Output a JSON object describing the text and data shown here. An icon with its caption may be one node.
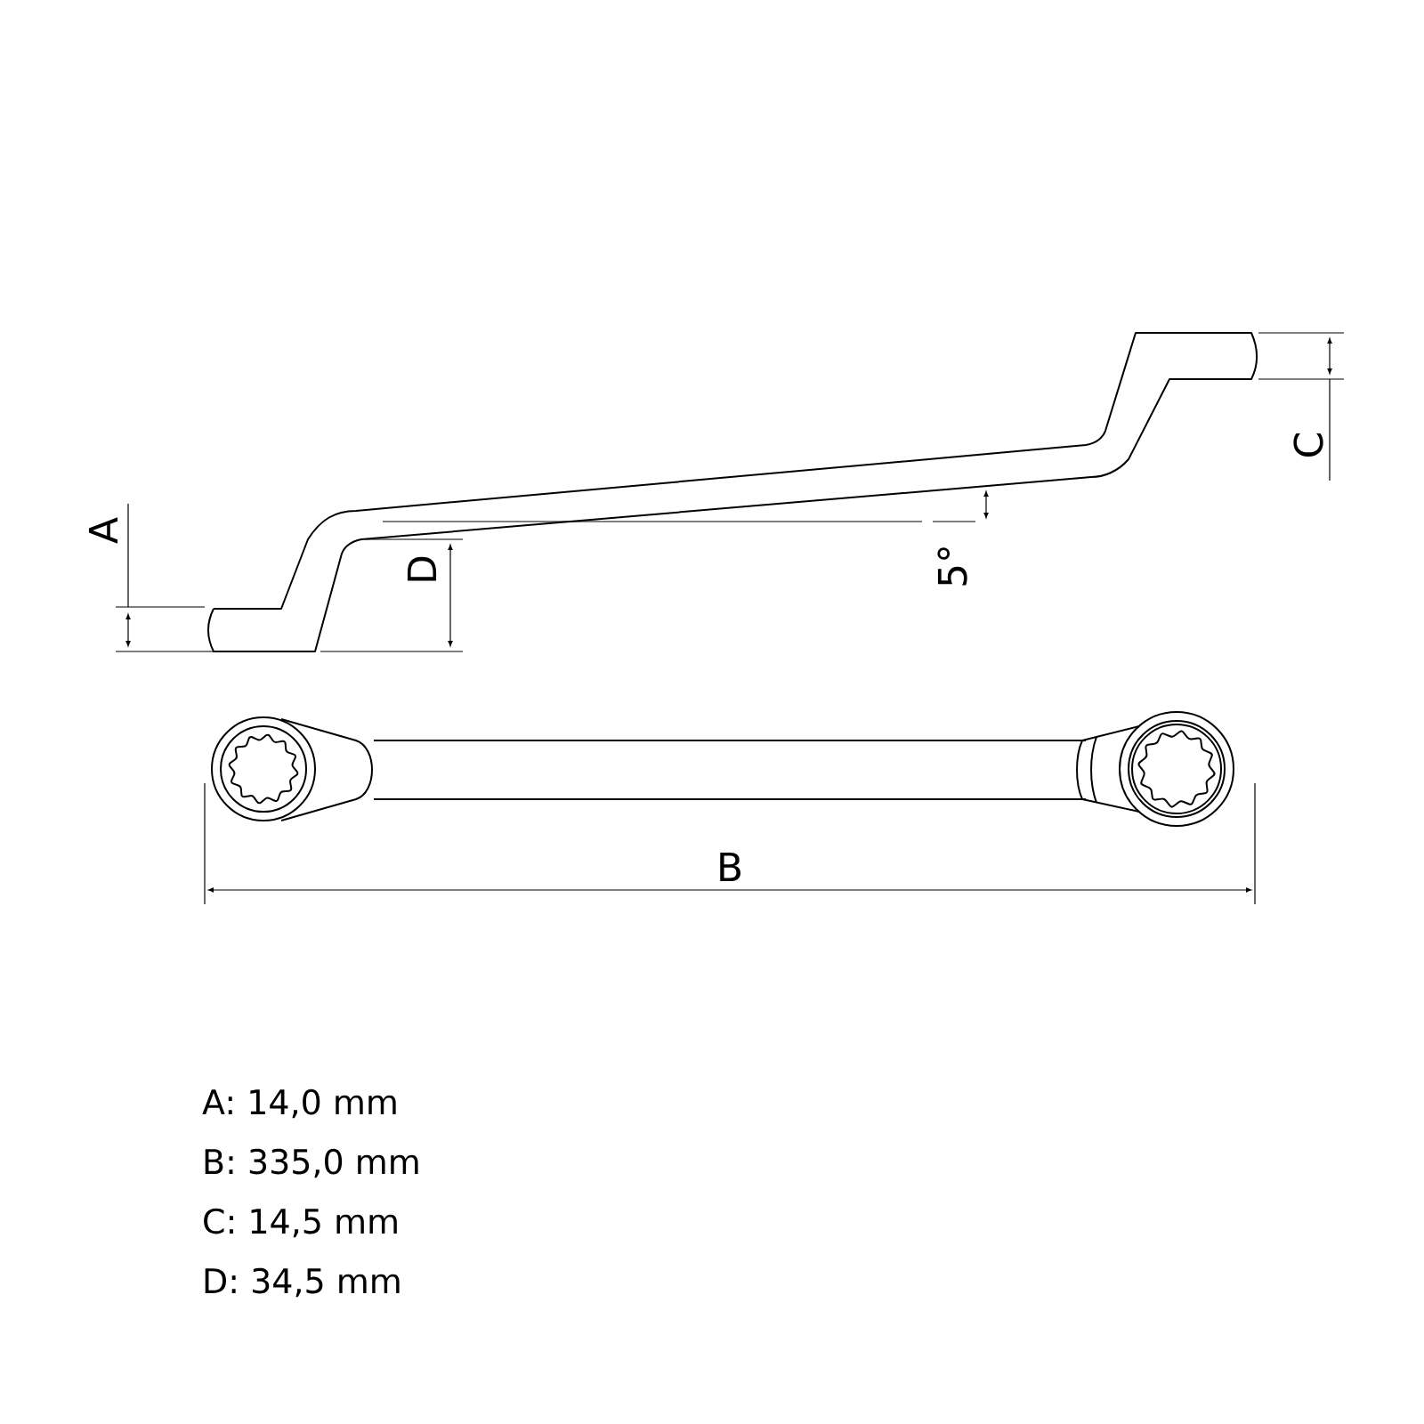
{
  "diagram": {
    "labels": [
      "C",
      "A",
      "D",
      "5°",
      "B",
      "A: 14,0 mm",
      "B: 335,0 mm",
      "C: 14,5 mm",
      "D: 34,5 mm"
    ]
  }
}
